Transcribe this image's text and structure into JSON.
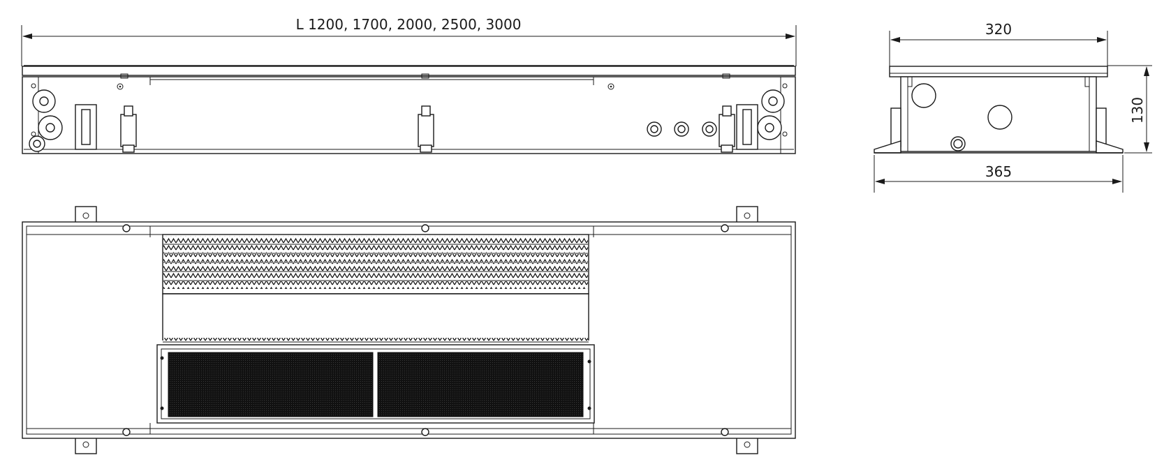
{
  "dimensions": {
    "length": "L 1200, 1700, 2000, 2500, 3000",
    "width_top": "320",
    "width_bottom": "365",
    "height": "130"
  },
  "colors": {
    "line": "#1a1a1a",
    "grille": "#111111",
    "background": "#ffffff"
  },
  "icons": [
    "arrow-head",
    "mounting-bracket",
    "pipe-connection",
    "screw"
  ]
}
